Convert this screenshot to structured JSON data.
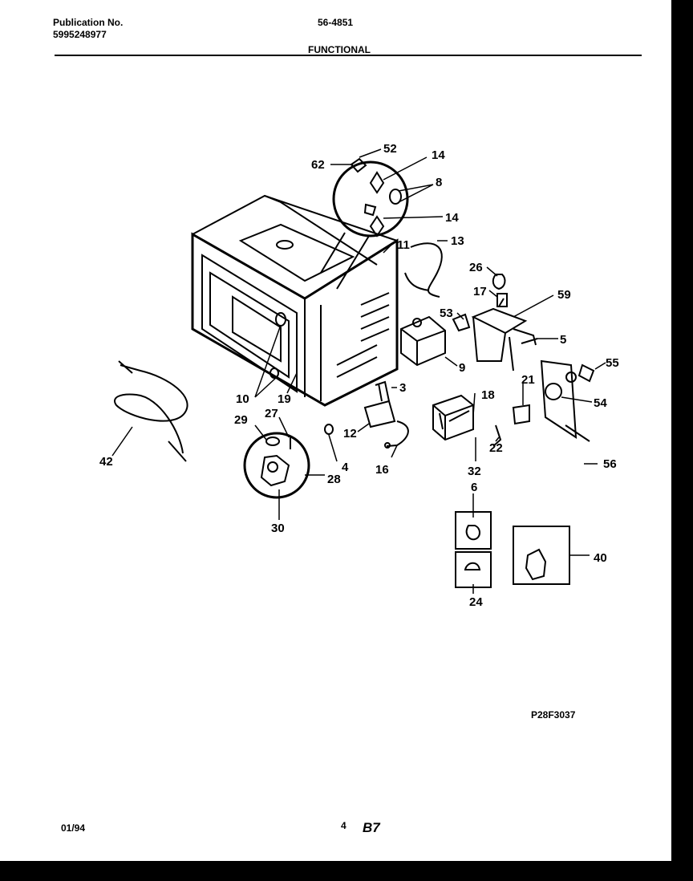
{
  "header": {
    "publication_label": "Publication No.",
    "publication_number": "5995248977",
    "model_number": "56-4851",
    "section_title": "FUNCTIONAL"
  },
  "footer": {
    "date": "01/94",
    "page": "4",
    "code": "B7",
    "drawing_number": "P28F3037"
  },
  "part_callouts": [
    "52",
    "62",
    "14",
    "8",
    "14",
    "11",
    "13",
    "26",
    "17",
    "59",
    "53",
    "5",
    "9",
    "55",
    "21",
    "54",
    "3",
    "18",
    "12",
    "16",
    "22",
    "32",
    "56",
    "10",
    "19",
    "4",
    "27",
    "29",
    "28",
    "30",
    "42",
    "6",
    "40",
    "24"
  ]
}
